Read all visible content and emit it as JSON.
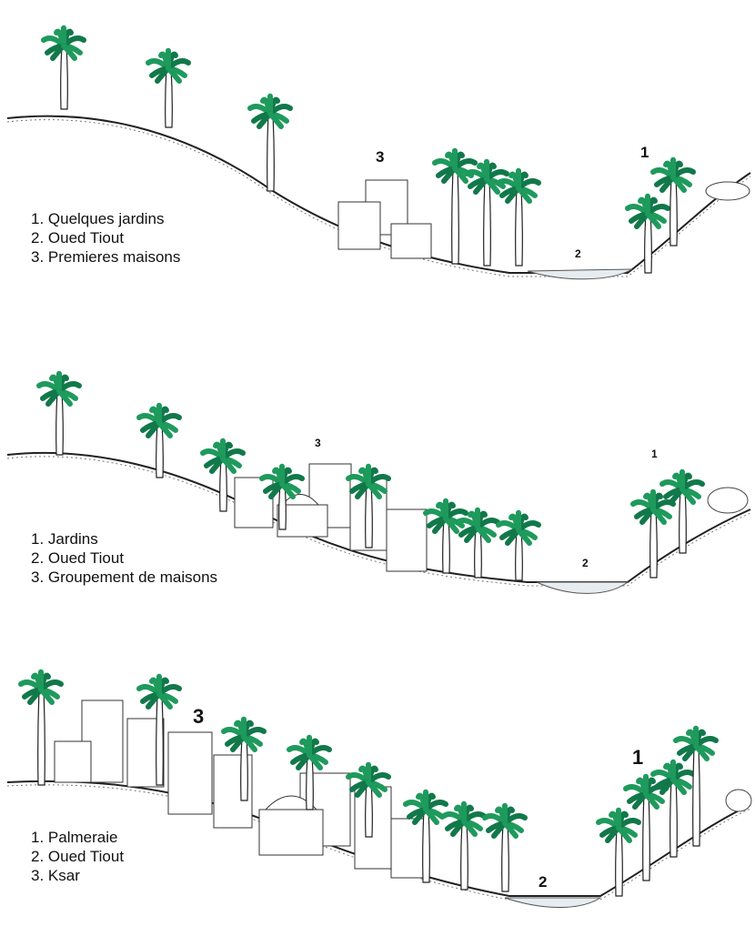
{
  "panels": [
    {
      "legend": [
        "1. Quelques jardins",
        "2. Oued Tiout",
        "3. Premieres maisons"
      ],
      "markers": {
        "one": "1",
        "two": "2",
        "three": "3"
      }
    },
    {
      "legend": [
        "1. Jardins",
        "2. Oued Tiout",
        "3. Groupement de maisons"
      ],
      "markers": {
        "one": "1",
        "two": "2",
        "three": "3"
      }
    },
    {
      "legend": [
        "1. Palmeraie",
        "2. Oued Tiout",
        "3. Ksar"
      ],
      "markers": {
        "one": "1",
        "two": "2",
        "three": "3"
      }
    }
  ],
  "colors": {
    "palm_leaf": "#1e9a5c",
    "palm_leaf_dark": "#11784a",
    "ink": "#222222",
    "water": "#e6ecef"
  },
  "icons": [
    "palm-tree-icon",
    "adobe-house-icon",
    "mosque-dome-icon",
    "rock-icon"
  ]
}
